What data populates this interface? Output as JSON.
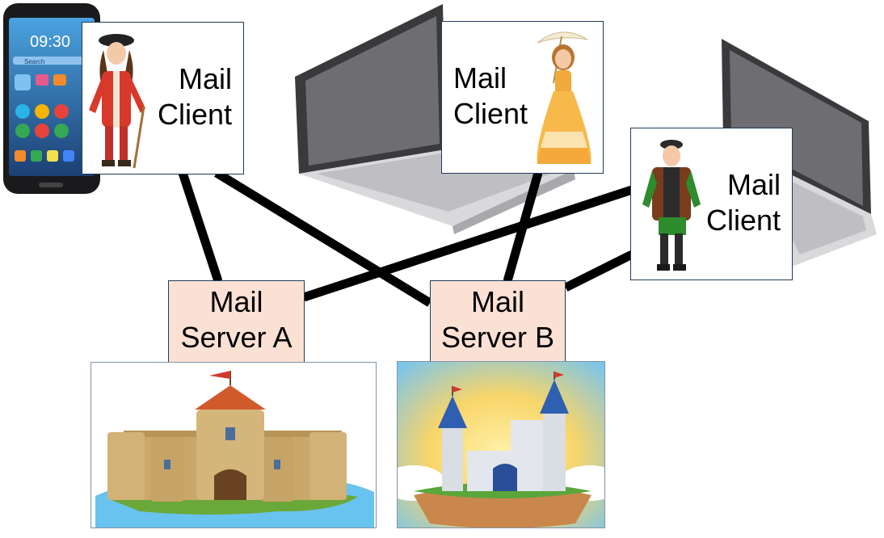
{
  "clients": [
    {
      "line1": "Mail",
      "line2": "Client",
      "device": "smartphone-icon",
      "person": "nobleman-icon"
    },
    {
      "line1": "Mail",
      "line2": "Client",
      "device": "laptop-icon",
      "person": "lady-icon"
    },
    {
      "line1": "Mail",
      "line2": "Client",
      "device": "laptop-icon",
      "person": "merchant-icon"
    }
  ],
  "servers": [
    {
      "line1": "Mail",
      "line2": "Server A",
      "image": "castle-icon"
    },
    {
      "line1": "Mail",
      "line2": "Server B",
      "image": "castle-icon"
    }
  ],
  "phone": {
    "time": "09:30",
    "search": "Search"
  },
  "colors": {
    "server_box": "#fbe1d4",
    "connector": "#000000",
    "box_border": "#1f3b57"
  }
}
